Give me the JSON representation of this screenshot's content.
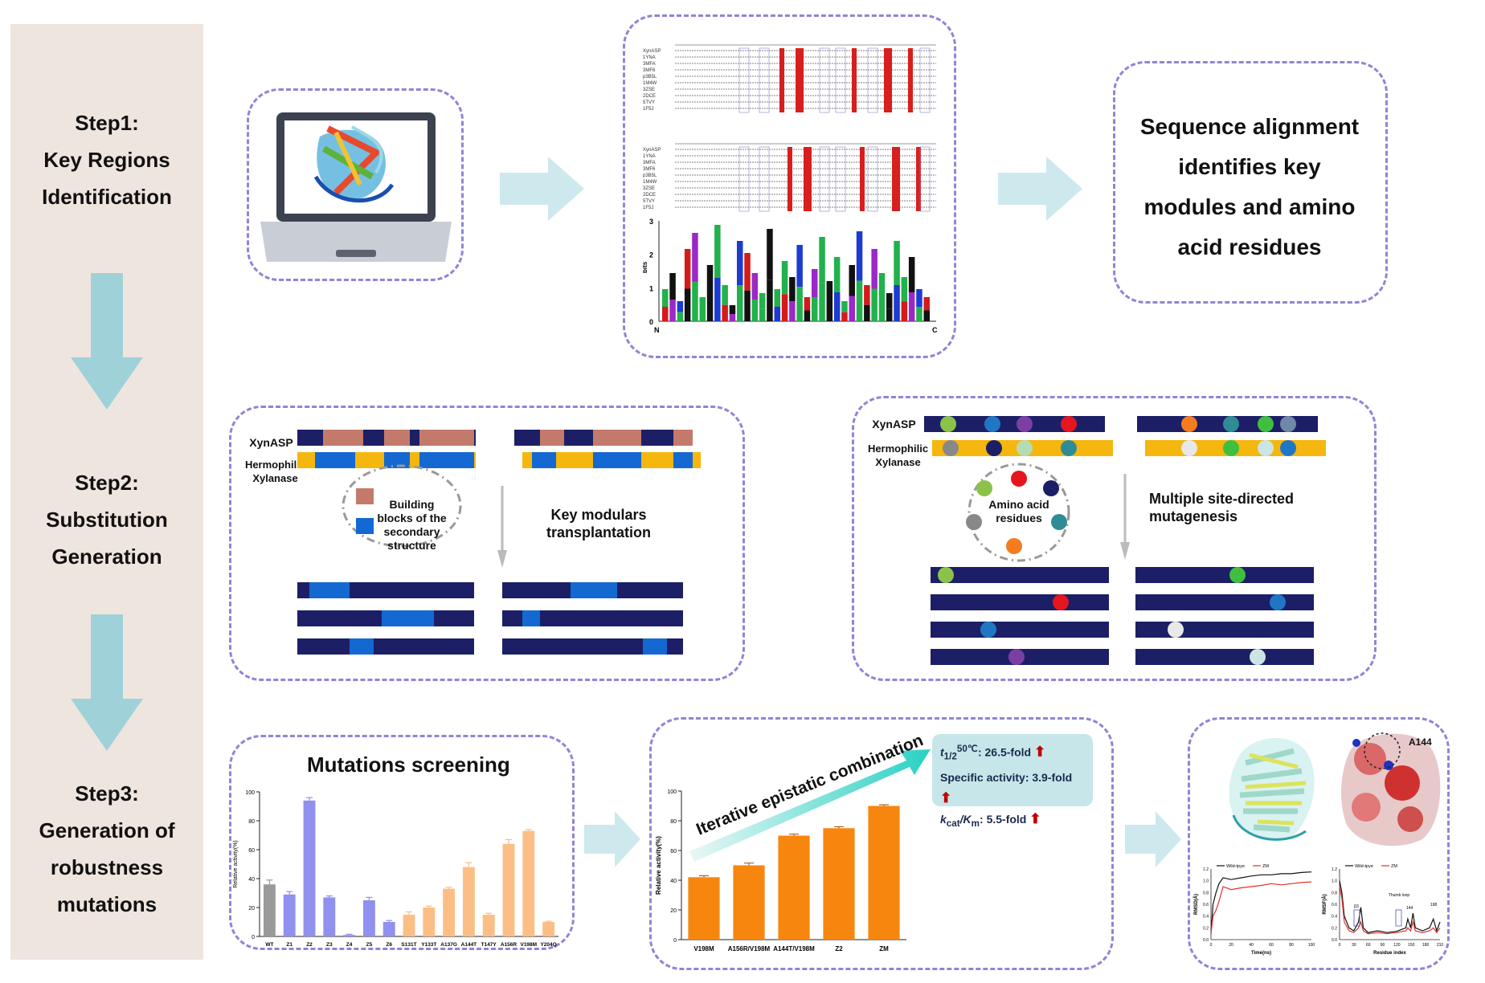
{
  "steps": [
    {
      "line1": "Step1:",
      "line2": "Key Regions",
      "line3": "Identification"
    },
    {
      "line1": "Step2:",
      "line2": "Substitution",
      "line3": "Generation"
    },
    {
      "line1": "Step3:",
      "line2": "Generation of",
      "line3": "robustness",
      "line4": "mutations"
    }
  ],
  "step1": {
    "result_text": [
      "Sequence alignment",
      "identifies key",
      "modules and amino",
      "acid residues"
    ],
    "alignment_rows": [
      "XynASP",
      "1YNA",
      "3MFA",
      "3MF6",
      "p3B5L",
      "1M4W",
      "3ZSE",
      "2DCE",
      "5TVY",
      "1F5J"
    ],
    "logo_axis": {
      "ylabel": "bits",
      "ticks": [
        "0",
        "1",
        "2",
        "3"
      ],
      "left_end": "N",
      "right_end": "C"
    }
  },
  "step2": {
    "left": {
      "label_xynasp": "XynASP",
      "label_thermo": "Hermophilic Xylanase",
      "legend_text": "Building blocks of the secondary structure",
      "action": "Key modulars transplantation"
    },
    "right": {
      "label_xynasp": "XynASP",
      "label_thermo": "Hermophilic Xylanase",
      "circle_text": "Amino acid residues",
      "action": "Multiple site-directed mutagenesis"
    },
    "colors": {
      "navy": "#1c1f66",
      "salmon": "#c47a6a",
      "blue": "#1468d2",
      "yellow": "#f5b60e"
    }
  },
  "step3": {
    "screening_title": "Mutations screening",
    "combination_label": "Iterative epistatic combination",
    "improvements": [
      {
        "prefix": "t",
        "sub": "1/2",
        "sup": "50℃",
        "text": ": 26.5-fold"
      },
      {
        "prefix": "",
        "sub": "",
        "sup": "",
        "text": "Specific activity: 3.9-fold"
      },
      {
        "prefix": "k",
        "sub": "cat",
        "sup": "",
        "text": "/K",
        "sub2": "m",
        "text2": ": 5.5-fold"
      }
    ],
    "structure_label": "A144",
    "rmsd_legend": [
      "Wild-tpye",
      "ZM"
    ],
    "rmsf_annotations": [
      "Thumb loop",
      "β3",
      "144",
      "198"
    ]
  },
  "chart_data": [
    {
      "type": "bar",
      "ylabel": "Relative activity(%)",
      "ylim": [
        0,
        100
      ],
      "yticks": [
        "0",
        "20",
        "40",
        "60",
        "80",
        "100"
      ],
      "categories": [
        "WT",
        "Z1",
        "Z2",
        "Z3",
        "Z4",
        "Z5",
        "Z6",
        "S131T",
        "Y133T",
        "A137G",
        "A144T",
        "T147Y",
        "A156R",
        "V198M",
        "Y204Q"
      ],
      "values": [
        36,
        29,
        94,
        27,
        1,
        25,
        10,
        15,
        20,
        33,
        48,
        15,
        64,
        73,
        10
      ],
      "errors": [
        3,
        2,
        2,
        1,
        0.5,
        2,
        1,
        2,
        1,
        1,
        3,
        1,
        3,
        1,
        0.5
      ],
      "colors": [
        "#9a9a9a",
        "#9090ee",
        "#9090ee",
        "#9090ee",
        "#9090ee",
        "#9090ee",
        "#9090ee",
        "#fbbf86",
        "#fbbf86",
        "#fbbf86",
        "#fbbf86",
        "#fbbf86",
        "#fbbf86",
        "#fbbf86",
        "#fbbf86"
      ]
    },
    {
      "type": "bar",
      "ylabel": "Relative activity(%)",
      "ylim": [
        0,
        100
      ],
      "yticks": [
        "0",
        "20",
        "40",
        "60",
        "80",
        "100"
      ],
      "categories": [
        "V198M",
        "A156R/V198M",
        "A144T/V198M",
        "Z2",
        "ZM"
      ],
      "values": [
        42,
        50,
        70,
        75,
        90
      ],
      "errors": [
        1,
        1.5,
        1,
        1,
        0.8
      ],
      "color": "#f7860f"
    },
    {
      "type": "line",
      "xlabel": "Time(ns)",
      "ylabel": "RMSD(Å)",
      "xticks": [
        "0",
        "20",
        "40",
        "60",
        "80",
        "100"
      ],
      "yticks": [
        "0.0",
        "0.2",
        "0.4",
        "0.6",
        "0.8",
        "1.0",
        "1.2"
      ],
      "series": [
        {
          "name": "Wild-tpye",
          "color": "#111111",
          "x": [
            0,
            2,
            5,
            8,
            12,
            20,
            30,
            40,
            50,
            60,
            70,
            80,
            90,
            100
          ],
          "y": [
            0.1,
            0.6,
            0.8,
            0.95,
            1.05,
            1.02,
            1.05,
            1.08,
            1.1,
            1.1,
            1.12,
            1.12,
            1.14,
            1.15
          ]
        },
        {
          "name": "ZM",
          "color": "#e23030",
          "x": [
            0,
            2,
            5,
            8,
            12,
            20,
            30,
            40,
            50,
            60,
            70,
            80,
            90,
            100
          ],
          "y": [
            0.1,
            0.4,
            0.5,
            0.65,
            0.9,
            0.85,
            0.88,
            0.9,
            0.92,
            0.95,
            0.93,
            0.95,
            0.97,
            0.98
          ]
        }
      ]
    },
    {
      "type": "line",
      "xlabel": "Residue index",
      "ylabel": "RMSF(Å)",
      "xticks": [
        "0",
        "30",
        "60",
        "90",
        "120",
        "150",
        "180",
        "210"
      ],
      "yticks": [
        "0.0",
        "0.2",
        "0.4",
        "0.6",
        "0.8",
        "1.0",
        "1.2"
      ],
      "series": [
        {
          "name": "Wild-tpye",
          "color": "#111111",
          "x": [
            0,
            5,
            10,
            20,
            30,
            40,
            45,
            50,
            60,
            80,
            100,
            120,
            140,
            144,
            150,
            155,
            160,
            175,
            190,
            198,
            205,
            212
          ],
          "y": [
            1.0,
            0.8,
            0.4,
            0.2,
            0.15,
            0.3,
            0.55,
            0.2,
            0.12,
            0.15,
            0.12,
            0.14,
            0.2,
            0.35,
            0.2,
            0.45,
            0.2,
            0.15,
            0.2,
            0.35,
            0.15,
            0.3
          ]
        },
        {
          "name": "ZM",
          "color": "#e23030",
          "x": [
            0,
            5,
            10,
            20,
            30,
            40,
            45,
            50,
            60,
            80,
            100,
            120,
            140,
            144,
            150,
            155,
            160,
            175,
            190,
            198,
            205,
            212
          ],
          "y": [
            0.9,
            0.7,
            0.3,
            0.15,
            0.12,
            0.2,
            0.3,
            0.15,
            0.1,
            0.12,
            0.1,
            0.12,
            0.15,
            0.2,
            0.15,
            0.3,
            0.15,
            0.12,
            0.15,
            0.2,
            0.12,
            0.2
          ]
        }
      ]
    }
  ]
}
